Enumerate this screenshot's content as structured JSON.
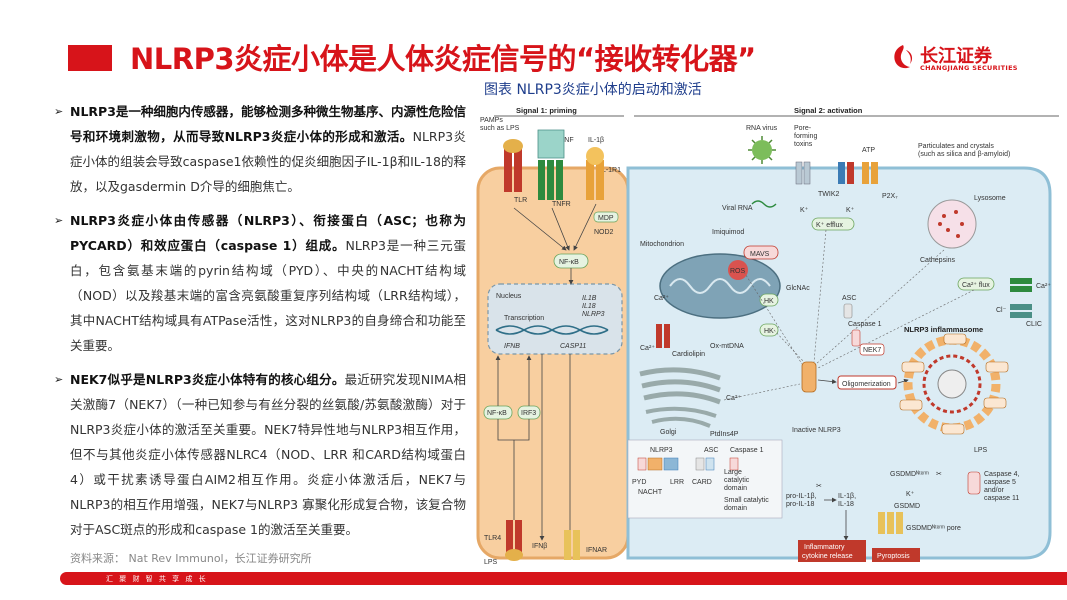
{
  "header": {
    "title": "NLRP3炎症小体是人体炎症信号的“接收转化器”",
    "logo_cn": "长江证券",
    "logo_en": "CHANGJIANG SECURITIES"
  },
  "figure": {
    "caption": "图表 NLRP3炎症小体的启动和激活",
    "signal1": "Signal 1: priming",
    "signal2": "Signal 2: activation",
    "labels": {
      "pamps": "PAMPs",
      "pamps2": "such as LPS",
      "tnf": "TNF",
      "il1b": "IL-1β",
      "il1r1": "IL-1R1",
      "tlr": "TLR",
      "tnfr": "TNFR",
      "mdp": "MDP",
      "nod2": "NOD2",
      "nfkb": "NF-κB",
      "nucleus": "Nucleus",
      "transcription": "Transcription",
      "ifnb": "IFNB",
      "casp11": "CASP11",
      "g_il1b": "IL1B",
      "g_il18": "IL18",
      "g_nlrp3": "NLRP3",
      "nfkb2": "NF-κB",
      "irf3": "IRF3",
      "tlr4": "TLR4",
      "lps": "LPS",
      "ifnb2": "IFNβ",
      "ifnar": "IFNAR",
      "rnavirus": "RNA virus",
      "pore1": "Pore-",
      "pore2": "forming",
      "pore3": "toxins",
      "atp": "ATP",
      "partic1": "Particulates and crystals",
      "partic2": "(such as silica and β-amyloid)",
      "twik2": "TWIK2",
      "p2x7": "P2X₇",
      "k1": "K⁺",
      "k2": "K⁺",
      "kefflux": "K⁺ efflux",
      "lysosome": "Lysosome",
      "viralrna": "Viral RNA",
      "imiquimod": "Imiquimod",
      "mavs": "MAVS",
      "mitochondrion": "Mitochondrion",
      "ros": "ROS",
      "glcnac": "GlcNAc",
      "hk1": "HK",
      "hk2": "HK",
      "cathepsins": "Cathepsins",
      "ca_flux": "Ca²⁺ flux",
      "ca_out": "Ca²⁺",
      "cl": "Cl⁻",
      "clic": "CLIC",
      "ca1": "Ca²⁺",
      "ca2": "Ca²⁺",
      "ca3": "Ca²⁺",
      "cardiolipin": "Cardiolipin",
      "oxmtdna": "Ox-mtDNA",
      "asc": "ASC",
      "caspase1": "Caspase 1",
      "nek7": "NEK7",
      "inflammasome": "NLRP3 inflammasome",
      "oligomerization": "Oligomerization",
      "inactive": "Inactive NLRP3",
      "golgi": "Golgi",
      "ptdins": "PtdIns4P",
      "leg_nlrp3": "NLRP3",
      "leg_asc": "ASC",
      "leg_casp1": "Caspase 1",
      "leg_pyd": "PYD",
      "leg_nacht": "NACHT",
      "leg_lrr": "LRR",
      "leg_card": "CARD",
      "leg_large1": "Large",
      "leg_large2": "catalytic",
      "leg_large3": "domain",
      "leg_small1": "Small catalytic",
      "leg_small2": "domain",
      "pro1": "pro-IL-1β,",
      "pro2": "pro-IL-18",
      "mature1": "IL-1β,",
      "mature2": "IL-18",
      "gsdmd_nterm": "GSDMDᴺᵗᵉʳᵐ",
      "gsdmd": "GSDMD",
      "gsdmd_pore": "GSDMDᴺᵗᵉʳᵐ pore",
      "k3": "K⁺",
      "lps2": "LPS",
      "casp4_1": "Caspase 4,",
      "casp4_2": "caspase 5",
      "casp4_3": "and/or",
      "casp4_4": "caspase 11",
      "inflam1": "Inflammatory",
      "inflam2": "cytokine release",
      "pyroptosis": "Pyroptosis"
    }
  },
  "bullets": [
    {
      "bold": "NLRP3是一种细胞内传感器，能够检测多种微生物基序、内源性危险信号和环境刺激物，从而导致NLRP3炎症小体的形成和激活。",
      "text": "NLRP3炎症小体的组装会导致caspase1依赖性的促炎细胞因子IL-1β和IL-18的释放，以及gasdermin D介导的细胞焦亡。"
    },
    {
      "bold": "NLRP3炎症小体由传感器（NLRP3）、衔接蛋白（ASC；也称为PYCARD）和效应蛋白（caspase 1）组成。",
      "text": "NLRP3是一种三元蛋白，包含氨基末端的pyrin结构域（PYD）、中央的NACHT结构域（NOD）以及羧基末端的富含亮氨酸重复序列结构域（LRR结构域），其中NACHT结构域具有ATPase活性，这对NLRP3的自身缔合和功能至关重要。"
    },
    {
      "bold": "NEK7似乎是NLRP3炎症小体特有的核心组分。",
      "text": "最近研究发现NIMA相关激酶7（NEK7）（一种已知参与有丝分裂的丝氨酸/苏氨酸激酶）对于NLRP3炎症小体的激活至关重要。NEK7特异性地与NLRP3相互作用，但不与其他炎症小体传感器NLRC4（NOD、LRR 和CARD结构域蛋白4）或干扰素诱导蛋白AIM2相互作用。炎症小体激活后，NEK7与NLRP3的相互作用增强，NEK7与NLRP3 寡聚化形成复合物，该复合物对于ASC斑点的形成和caspase 1的激活至关重要。"
    }
  ],
  "source": "资料来源： Nat Rev Immunol，长江证券研究所",
  "footer": "汇 聚 财 智       共 享 成 长"
}
